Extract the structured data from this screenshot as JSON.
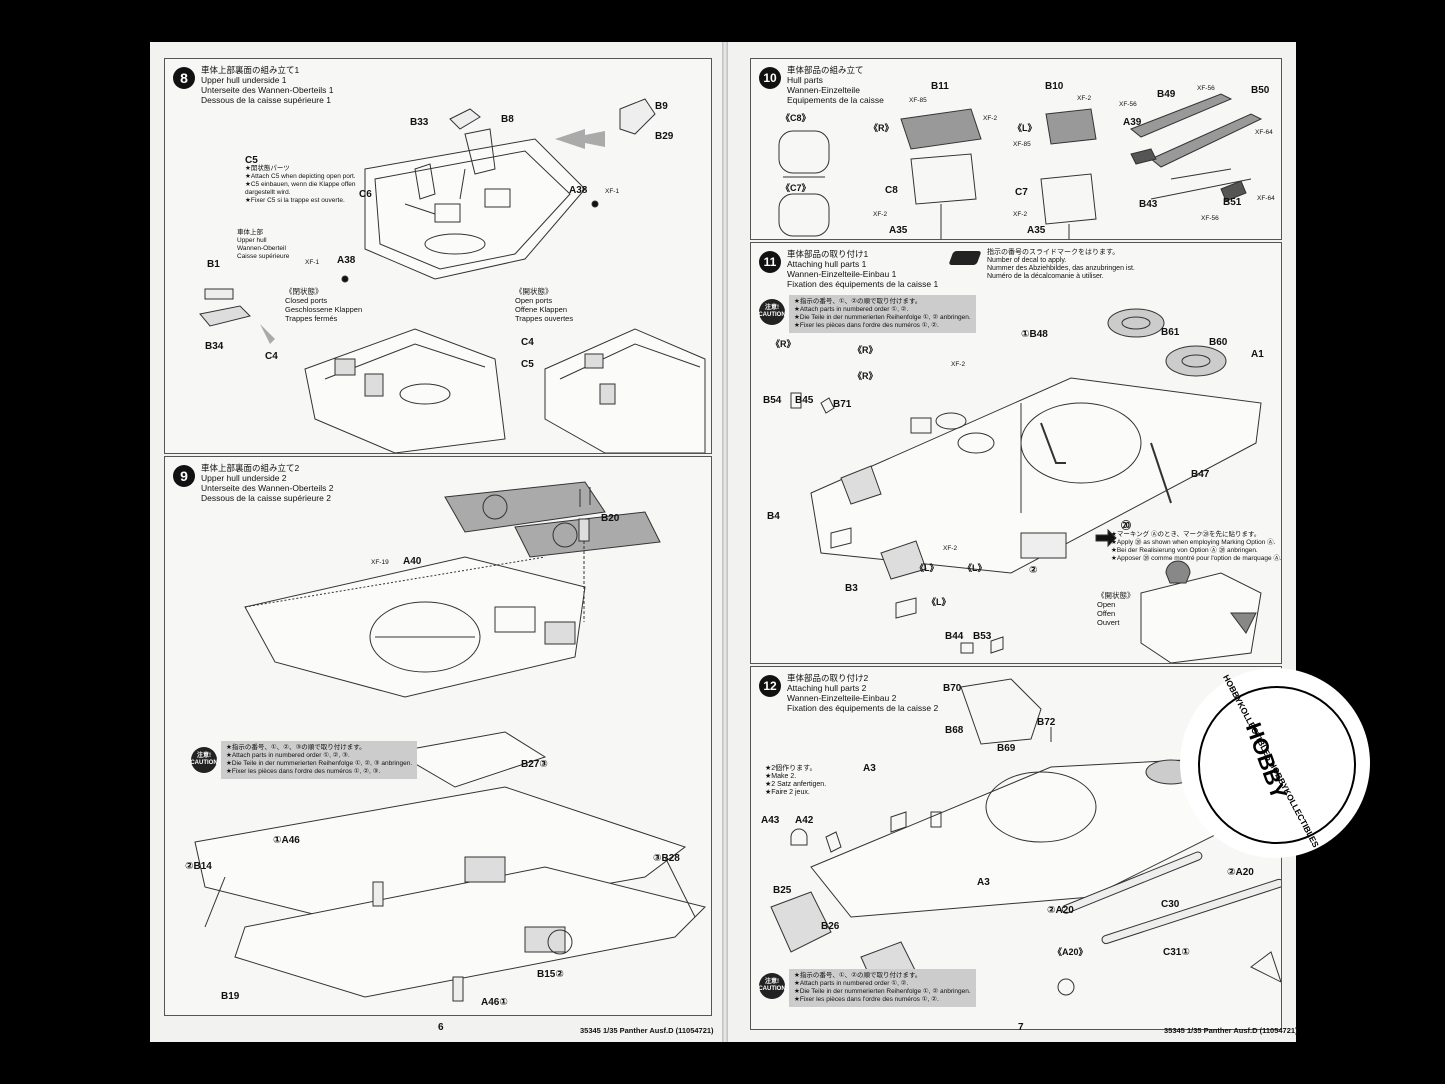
{
  "left_page": {
    "page_number": "6",
    "footer": "35345  1/35 Panther Ausf.D (11054721)",
    "step8": {
      "number": "8",
      "title_jp": "車体上部裏面の組み立て1",
      "title_en": "Upper hull underside 1",
      "title_de": "Unterseite des Wannen-Oberteils 1",
      "title_fr": "Dessous de la caisse supérieure 1",
      "note_c5": [
        "C5",
        "★開状態パーツ",
        "★Attach C5 when depicting open port.",
        "★C5 einbauen, wenn die Klappe offen",
        "dargestellt wird.",
        "★Fixer C5 si la trappe est ouverte."
      ],
      "upper_hull": [
        "車体上部",
        "Upper hull",
        "Wannen-Oberteil",
        "Caisse supérieure"
      ],
      "closed": [
        "《閉状態》",
        "Closed ports",
        "Geschlossene Klappen",
        "Trappes fermés"
      ],
      "open": [
        "《開状態》",
        "Open ports",
        "Offene Klappen",
        "Trappes ouvertes"
      ],
      "labels": {
        "b33": "B33",
        "b8": "B8",
        "b9": "B9",
        "b29": "B29",
        "c6": "C6",
        "a38a": "A38",
        "a38b": "A38",
        "xf1a": "XF-1",
        "xf1b": "XF-1",
        "b1": "B1",
        "b34": "B34",
        "c4a": "C4",
        "c4b": "C4",
        "c5b": "C5"
      }
    },
    "step9": {
      "number": "9",
      "title_jp": "車体上部裏面の組み立て2",
      "title_en": "Upper hull underside 2",
      "title_de": "Unterseite des Wannen-Oberteils 2",
      "title_fr": "Dessous de la caisse supérieure 2",
      "caution": [
        "注意!",
        "CAUTION"
      ],
      "caution_text": [
        "★指示の番号、①、②、③の順で取り付けます。",
        "★Attach parts in numbered order ①, ②, ③.",
        "★Die Teile in der nummerierten Reihenfolge ①, ②, ③ anbringen.",
        "★Fixer les pièces dans l'ordre des numéros ①, ②, ③."
      ],
      "labels": {
        "b20": "B20",
        "a40": "A40",
        "xf19": "XF-19",
        "b27": "B27③",
        "a46a": "①A46",
        "b14": "②B14",
        "b28": "③B28",
        "b19": "B19",
        "b15": "B15②",
        "a46b": "A46①"
      }
    }
  },
  "right_page": {
    "page_number": "7",
    "footer": "35345  1/35 Panther Ausf.D (11054721)",
    "step10": {
      "number": "10",
      "title_jp": "車体部品の組み立て",
      "title_en": "Hull parts",
      "title_de": "Wannen-Einzelteile",
      "title_fr": "Equipements de la caisse",
      "labels": {
        "c8a": "《C8》",
        "c7a": "《C7》",
        "r": "《R》",
        "l": "《L》",
        "b11": "B11",
        "b10": "B10",
        "xf85a": "XF-85",
        "xf85b": "XF-85",
        "xf2a": "XF-2",
        "xf2b": "XF-2",
        "xf2c": "XF-2",
        "xf2d": "XF-2",
        "c8": "C8",
        "c7": "C7",
        "a35a": "A35",
        "a35b": "A35",
        "xf56a": "XF-56",
        "xf56b": "XF-56",
        "xf56c": "XF-56",
        "xf64a": "XF-64",
        "xf64b": "XF-64",
        "a39": "A39",
        "b49": "B49",
        "b50": "B50",
        "b43": "B43",
        "b51": "B51"
      }
    },
    "step11": {
      "number": "11",
      "title_jp": "車体部品の取り付け1",
      "title_en": "Attaching hull parts 1",
      "title_de": "Wannen-Einzelteile-Einbau 1",
      "title_fr": "Fixation des équipements de la caisse 1",
      "decal": [
        "指示の番号のスライドマークをはります。",
        "Number of decal to apply.",
        "Nummer des Abziehbildes, das anzubringen ist.",
        "Numéro de la décalcomanie à utiliser."
      ],
      "caution": [
        "注意!",
        "CAUTION"
      ],
      "caution_text": [
        "★指示の番号、①、②の順で取り付けます。",
        "★Attach parts in numbered order ①, ②.",
        "★Die Teile in der nummerierten Reihenfolge ①, ② anbringen.",
        "★Fixer les pièces dans l'ordre des numéros ①, ②."
      ],
      "marking": [
        "★マーキング Ⓐのとき、マーク⑳を先に貼ります。",
        "★Apply ⑳ as shown when employing Marking Option Ⓐ.",
        "★Bei der Realisierung von Option Ⓐ ⑳ anbringen.",
        "★Apposer ⑳ comme montré pour l'option de marquage Ⓐ."
      ],
      "open": [
        "《開状態》",
        "Open",
        "Offen",
        "Ouvert"
      ],
      "labels": {
        "b61": "B61",
        "b60": "B60",
        "a1": "A1",
        "b48": "①B48",
        "r1": "《R》",
        "r2": "《R》",
        "r3": "《R》",
        "b54": "B54",
        "b45": "B45",
        "b71": "B71",
        "b47": "B47",
        "b4": "B4",
        "b3": "B3",
        "l1": "《L》",
        "l2": "《L》",
        "l3": "《L》",
        "b44": "B44",
        "b53": "B53",
        "xf2a": "XF-2",
        "xf2b": "XF-2",
        "n20": "⑳",
        "n2": "②"
      }
    },
    "step12": {
      "number": "12",
      "title_jp": "車体部品の取り付け2",
      "title_en": "Attaching hull parts 2",
      "title_de": "Wannen-Einzelteile-Einbau 2",
      "title_fr": "Fixation des équipements de la caisse 2",
      "make2": [
        "★2個作ります。",
        "★Make 2.",
        "★2 Satz anfertigen.",
        "★Faire 2 jeux."
      ],
      "caution": [
        "注意!",
        "CAUTION"
      ],
      "caution_text": [
        "★指示の番号、①、②の順で取り付けます。",
        "★Attach parts in numbered order ①, ②.",
        "★Die Teile in der nummerierten Reihenfolge ①, ② anbringen.",
        "★Fixer les pièces dans l'ordre des numéros ①, ②."
      ],
      "labels": {
        "b70": "B70",
        "b72": "B72",
        "b68": "B68",
        "b69": "B69",
        "a3a": "A3",
        "a3b": "A3",
        "a43": "A43",
        "a42": "A42",
        "b25": "B25",
        "b26": "B26",
        "a20a": "②A20",
        "a20b": "②A20",
        "a20c": "《A20》",
        "c30": "C30",
        "c31": "C31①"
      }
    }
  },
  "watermark": {
    "text": "HOBBYKOLLECTIBLES HOBBYKOLLECTIBLES",
    "center": "HOBBY"
  }
}
